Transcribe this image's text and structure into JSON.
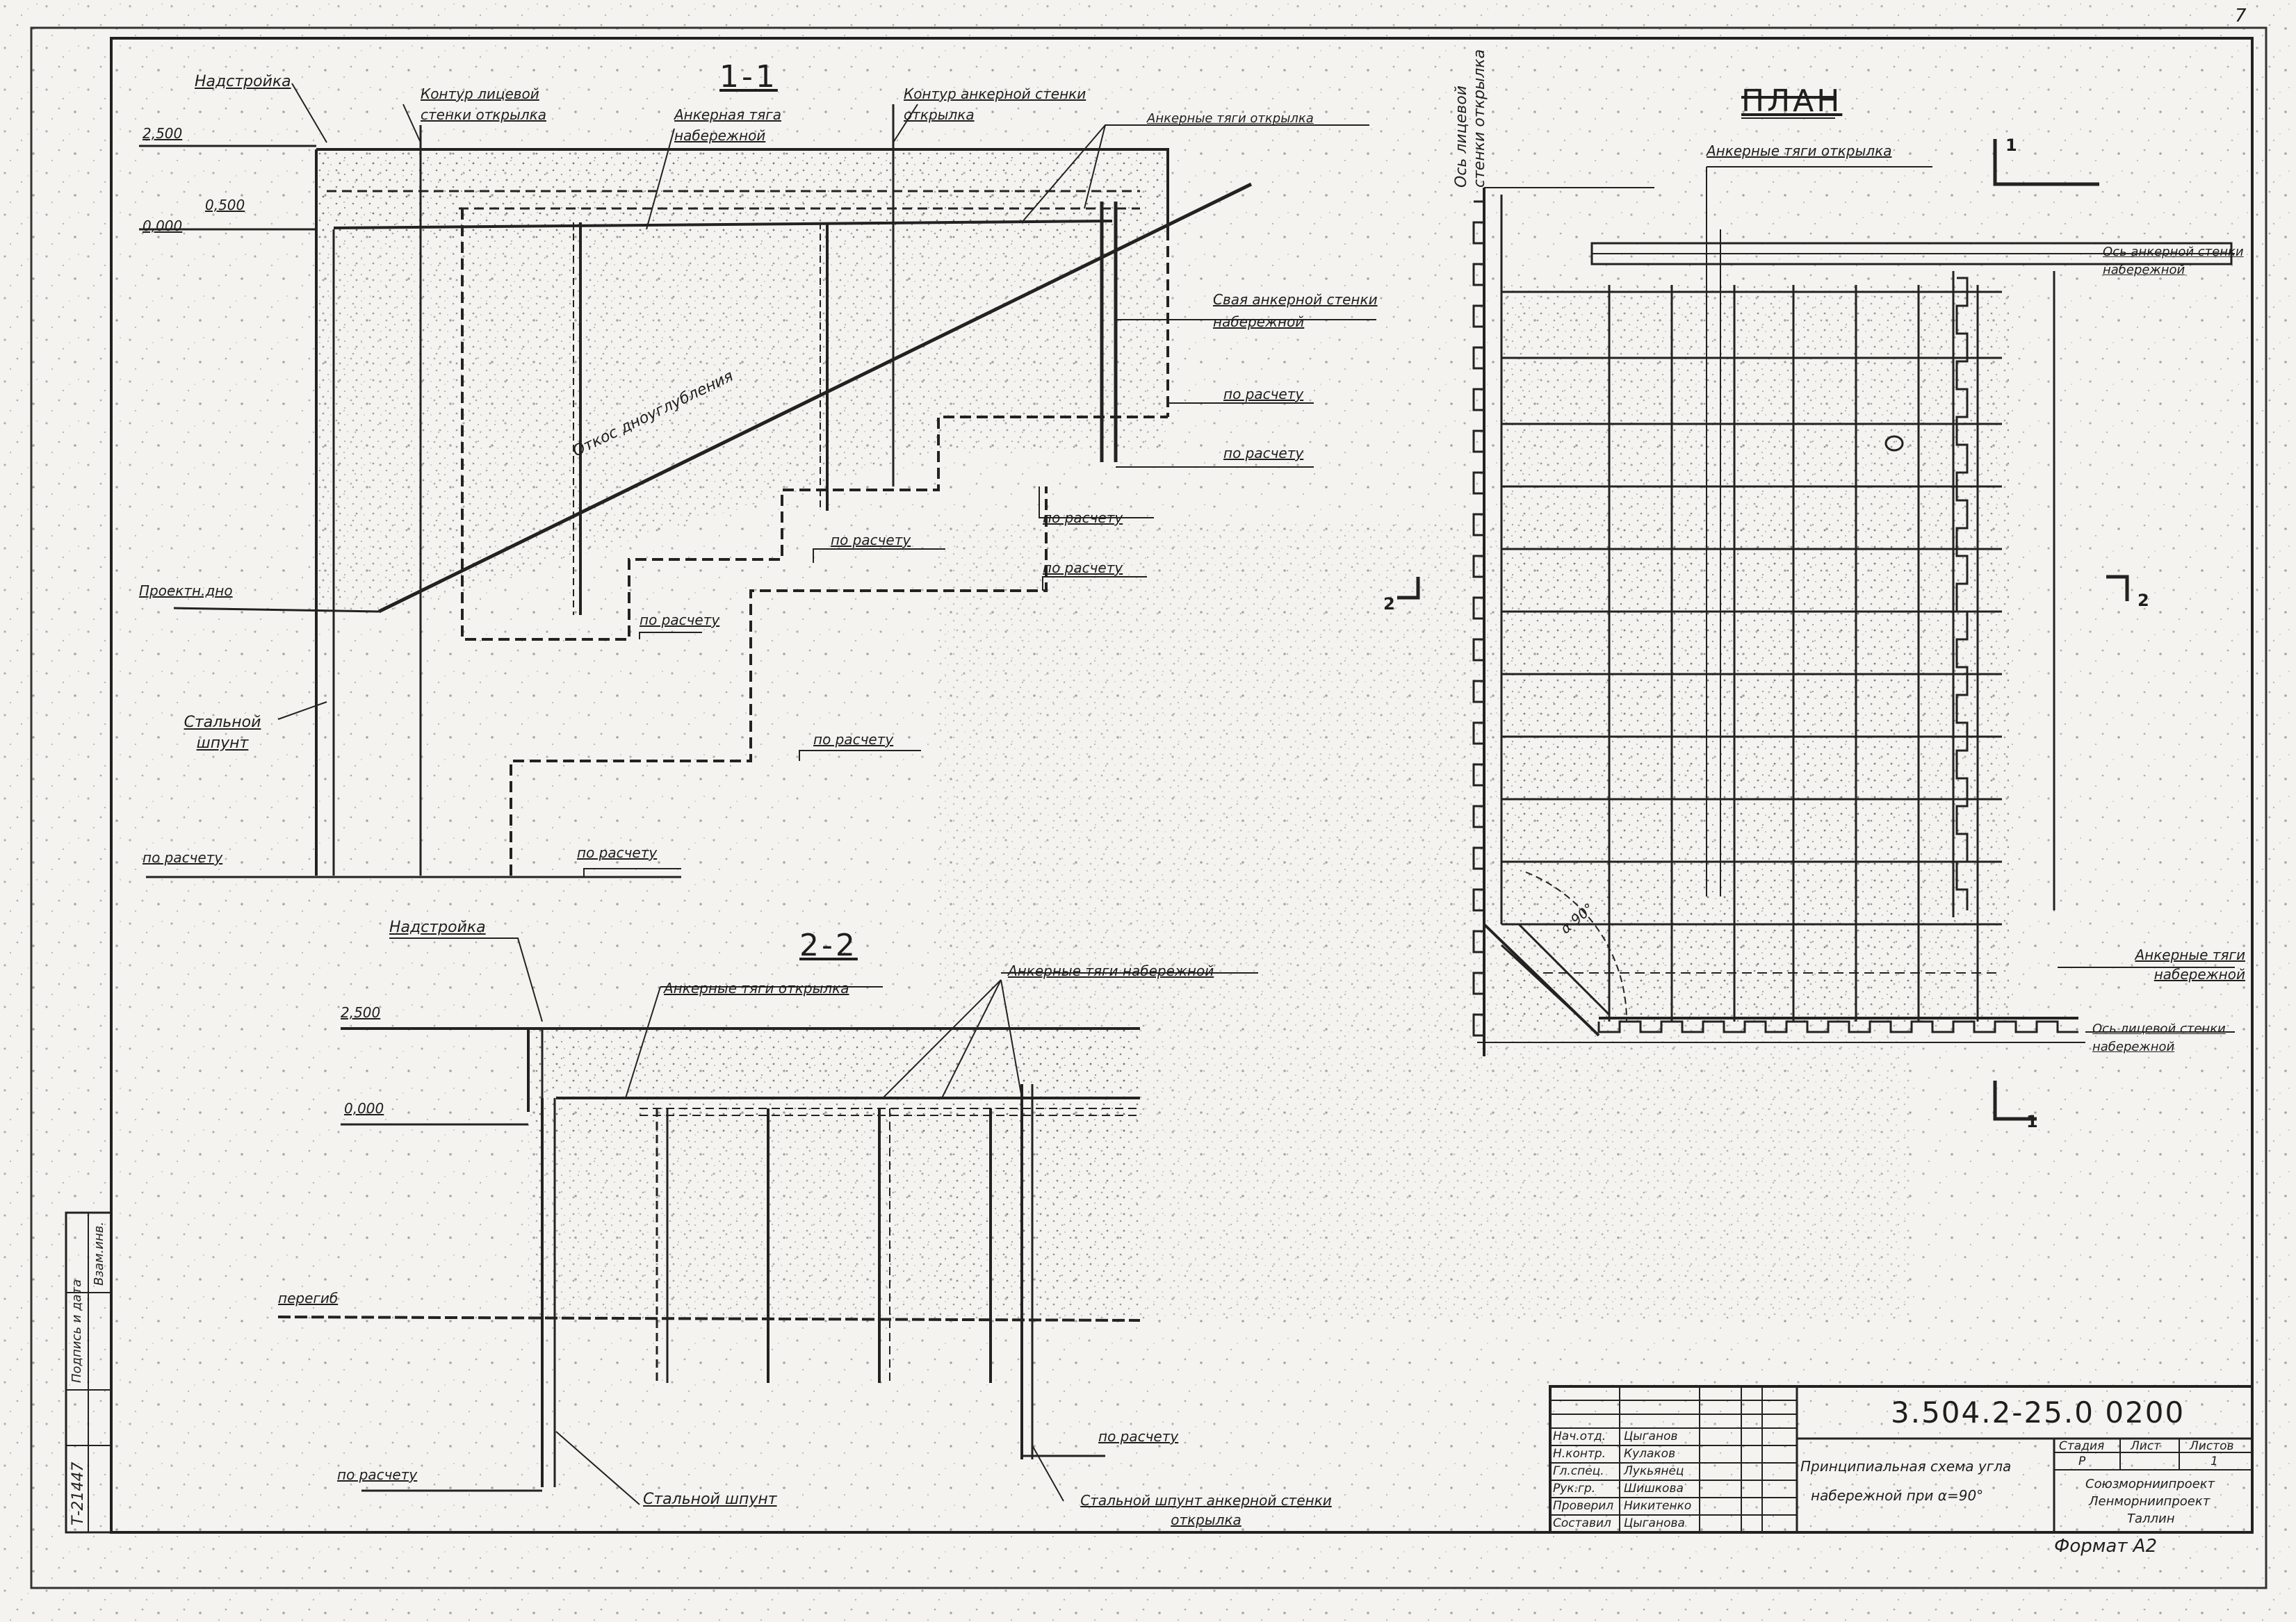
{
  "sheet_number": "7",
  "section_1_1": {
    "title": "1-1",
    "labels": {
      "superstructure": "Надстройка",
      "contour_face_wall": "Контур лицевой стенки открылка",
      "anchor_rod_embankment": "Анкерная тяга набережной",
      "contour_anchor_wall": "Контур анкерной стенки открылка",
      "anchor_rods_wing": "Анкерные тяги открылка",
      "elev_2500": "2,500",
      "elev_0500": "0,500",
      "elev_0000": "0,000",
      "anchor_pile": "Свая анкерной стенки набережной",
      "slope": "Откос дноуглубления",
      "design_bottom": "Проектн.дно",
      "steel_sheet_pile": "Стальной шпунт",
      "by_calc": "по расчету"
    }
  },
  "section_2_2": {
    "title": "2-2",
    "labels": {
      "superstructure": "Надстройка",
      "anchor_rods_wing": "Анкерные тяги открылка",
      "anchor_rods_embankment": "Анкерные тяги набережной",
      "elev_2500": "2,500",
      "elev_0000": "0,000",
      "bend": "перегиб",
      "by_calc": "по расчету",
      "steel_sheet_pile": "Стальной шпунт",
      "steel_sheet_pile_anchor": "Стальной шпунт анкерной стенки открылка"
    }
  },
  "plan": {
    "title": "ПЛАН",
    "labels": {
      "axis_face_wall_wing": "Ось лицевой стенки открылка",
      "anchor_rods_wing": "Анкерные тяги открылка",
      "axis_anchor_wall": "Ось анкерной стенки набережной",
      "anchor_rods_embankment": "Анкерные тяги набережной",
      "axis_face_wall": "Ось лицевой стенки набережной",
      "angle": "α 90°"
    },
    "marks": {
      "m1_top": "1",
      "m1_bottom": "1",
      "m2_left": "2",
      "m2_right": "2"
    }
  },
  "title_block": {
    "code": "3.504.2-25.0  0200",
    "description_line1": "Принципиальная схема угла",
    "description_line2": "набережной при α=90°",
    "org_line1": "Союзморниипроект",
    "org_line2": "Ленморниипроект",
    "org_line3": "Таллин",
    "col_headers": [
      "Стадия",
      "Лист",
      "Листов"
    ],
    "col_values": [
      "Р",
      "",
      "1"
    ],
    "rows": [
      {
        "role": "Нач.отд.",
        "name": "Цыганов"
      },
      {
        "role": "Н.контр.",
        "name": "Кулаков"
      },
      {
        "role": "Гл.спец.",
        "name": "Лукьянец"
      },
      {
        "role": "Рук.гр.",
        "name": "Шишкова"
      },
      {
        "role": "Проверил",
        "name": "Никитенко"
      },
      {
        "role": "Составил",
        "name": "Цыганова"
      }
    ],
    "format": "Формат А2"
  },
  "side_stamp": {
    "inv": "Т-21447",
    "label1": "Подпись и дата",
    "label2": "Взам.инв."
  }
}
